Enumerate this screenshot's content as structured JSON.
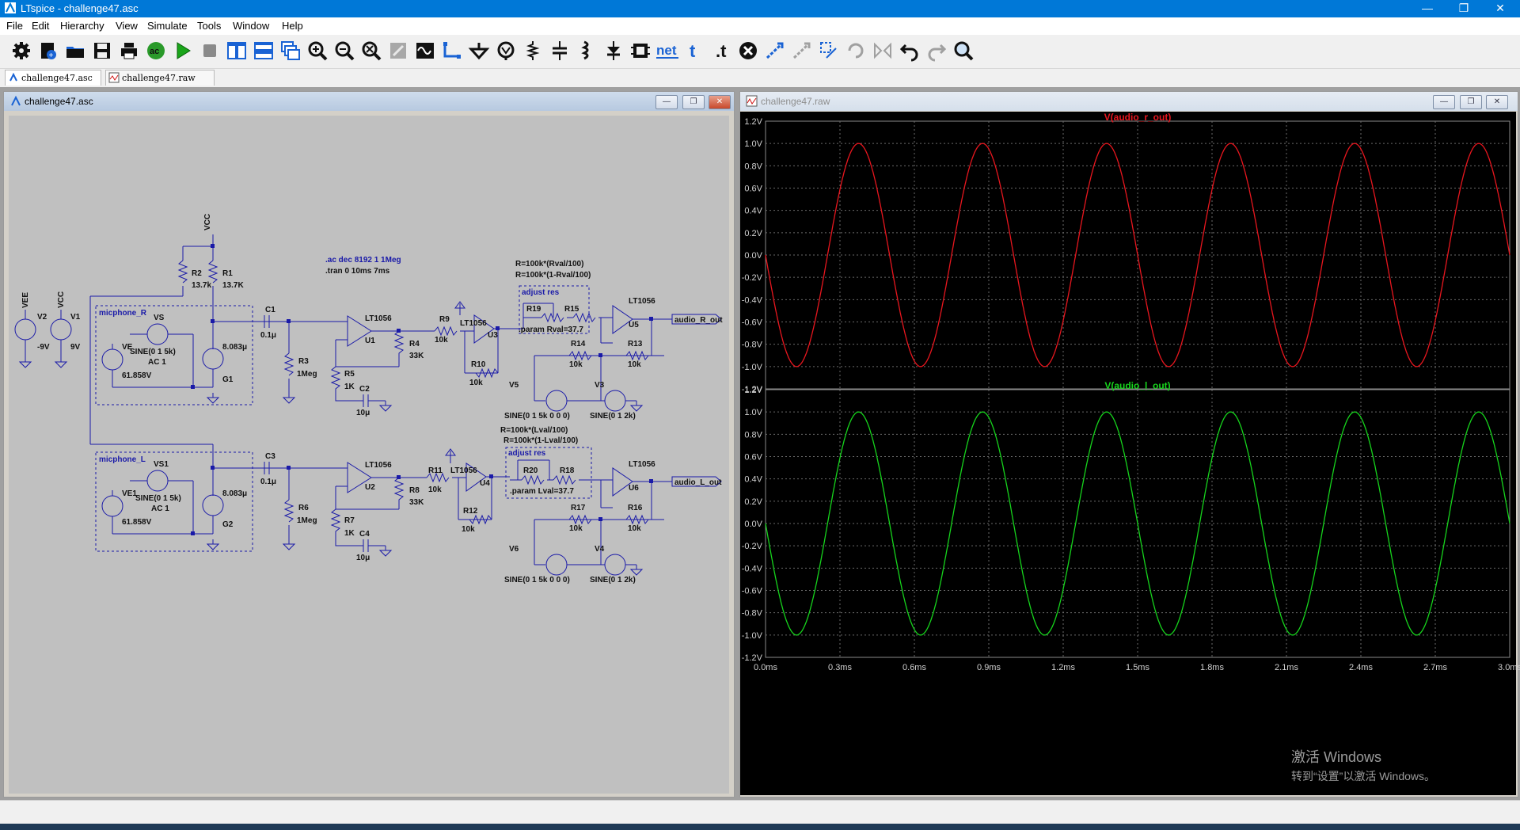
{
  "window": {
    "title": "LTspice - challenge47.asc",
    "minimize": "—",
    "maximize": "❐",
    "close": "✕"
  },
  "menu": [
    "File",
    "Edit",
    "Hierarchy",
    "View",
    "Simulate",
    "Tools",
    "Window",
    "Help"
  ],
  "toolbar_icons": [
    "settings-icon",
    "new-schematic-icon",
    "open-icon",
    "save-icon",
    "print-icon",
    "control-panel-icon",
    "run-icon",
    "halt-icon",
    "tile-vertical-icon",
    "tile-horizontal-icon",
    "cascade-icon",
    "zoom-in-icon",
    "zoom-out-icon",
    "zoom-fit-icon",
    "pan-icon",
    "autorange-icon",
    "wire-icon",
    "ground-icon",
    "label-icon",
    "resistor-icon",
    "capacitor-icon",
    "inductor-icon",
    "diode-icon",
    "component-icon",
    "netlist-icon",
    "text-icon",
    "spice-directive-icon",
    "delete-icon",
    "move-icon",
    "drag-icon",
    "duplicate-icon",
    "rotate-icon",
    "mirror-icon",
    "undo-icon",
    "redo-icon",
    "find-icon"
  ],
  "toolbar_text": {
    "net": "net",
    "t": "t",
    "ac": "ac"
  },
  "tabs": [
    {
      "label": "challenge47.asc",
      "active": true,
      "icon": "schematic-icon"
    },
    {
      "label": "challenge47.raw",
      "active": false,
      "icon": "waveform-icon"
    }
  ],
  "schematic_window": {
    "title": "challenge47.asc",
    "directives": [
      ".ac dec 8192 1 1Meg",
      ".tran 0 10ms 7ms"
    ],
    "nets": {
      "vcc": "VCC",
      "vee": "VEE"
    },
    "supplies": [
      {
        "ref": "V2",
        "value": "-9V",
        "net": "VEE"
      },
      {
        "ref": "V1",
        "value": "9V",
        "net": "VCC"
      }
    ],
    "bias_resistors": [
      {
        "ref": "R2",
        "value": "13.7k"
      },
      {
        "ref": "R1",
        "value": "13.7K"
      }
    ],
    "channels": [
      {
        "mic_label": "micphone_R",
        "mic": {
          "src_ref": "VS",
          "src_value": "SINE(0 1 5k)",
          "src_ac": "AC 1",
          "ve_ref": "VE",
          "ve_value": "61.858V",
          "g_ref": "G1",
          "g_value": "8.083μ"
        },
        "coupling_cap": {
          "ref": "C1",
          "value": "0.1μ"
        },
        "bias_res": {
          "ref": "R3",
          "value": "1Meg"
        },
        "stage1": {
          "opamp_model": "LT1056",
          "opamp_ref": "U1",
          "rf": {
            "ref": "R4",
            "value": "33K"
          },
          "rg": {
            "ref": "R5",
            "value": "1K"
          },
          "cg": {
            "ref": "C2",
            "value": "10μ"
          }
        },
        "stage2": {
          "rin": {
            "ref": "R9",
            "value": "10k"
          },
          "opamp_model": "LT1056",
          "opamp_ref": "U3",
          "rf": {
            "ref": "R10",
            "value": "10k"
          }
        },
        "adjust": {
          "label": "adjust res",
          "eq1": "R=100k*(Rval/100)",
          "eq2": "R=100k*(1-Rval/100)",
          "param": ".param Rval=37.7",
          "ra_ref": "R19",
          "rb_ref": "R15"
        },
        "stage3": {
          "opamp_model": "LT1056",
          "opamp_ref": "U5",
          "r1": {
            "ref": "R14",
            "value": "10k"
          },
          "r2": {
            "ref": "R13",
            "value": "10k"
          }
        },
        "noise_sources": [
          {
            "ref": "V5",
            "value": "SINE(0 1 5k 0 0 0)"
          },
          {
            "ref": "V3",
            "value": "SINE(0 1 2k)"
          }
        ],
        "out_label": "audio_R_out"
      },
      {
        "mic_label": "micphone_L",
        "mic": {
          "src_ref": "VS1",
          "src_value": "SINE(0 1 5k)",
          "src_ac": "AC 1",
          "ve_ref": "VE1",
          "ve_value": "61.858V",
          "g_ref": "G2",
          "g_value": "8.083μ"
        },
        "coupling_cap": {
          "ref": "C3",
          "value": "0.1μ"
        },
        "bias_res": {
          "ref": "R6",
          "value": "1Meg"
        },
        "stage1": {
          "opamp_model": "LT1056",
          "opamp_ref": "U2",
          "rf": {
            "ref": "R8",
            "value": "33K"
          },
          "rg": {
            "ref": "R7",
            "value": "1K"
          },
          "cg": {
            "ref": "C4",
            "value": "10μ"
          }
        },
        "stage2": {
          "rin": {
            "ref": "R11",
            "value": "10k"
          },
          "opamp_model": "LT1056",
          "opamp_ref": "U4",
          "rf": {
            "ref": "R12",
            "value": "10k"
          }
        },
        "adjust": {
          "label": "adjust res",
          "eq1": "R=100k*(Lval/100)",
          "eq2": "R=100k*(1-Lval/100)",
          "param": ".param Lval=37.7",
          "ra_ref": "R20",
          "rb_ref": "R18"
        },
        "stage3": {
          "opamp_model": "LT1056",
          "opamp_ref": "U6",
          "r1": {
            "ref": "R17",
            "value": "10k"
          },
          "r2": {
            "ref": "R16",
            "value": "10k"
          }
        },
        "noise_sources": [
          {
            "ref": "V6",
            "value": "SINE(0 1 5k 0 0 0)"
          },
          {
            "ref": "V4",
            "value": "SINE(0 1 2k)"
          }
        ],
        "out_label": "audio_L_out"
      }
    ]
  },
  "waveform_window": {
    "title": "challenge47.raw"
  },
  "chart_data": [
    {
      "type": "line",
      "title": "V(audio_r_out)",
      "color": "#e8161e",
      "x_range": [
        0,
        3.0
      ],
      "x_unit": "ms",
      "ylim": [
        -1.2,
        1.2
      ],
      "yticks": [
        "1.2V",
        "1.0V",
        "0.8V",
        "0.6V",
        "0.4V",
        "0.2V",
        "0.0V",
        "-0.2V",
        "-0.4V",
        "-0.6V",
        "-0.8V",
        "-1.0V",
        "-1.2V"
      ],
      "xticks": [],
      "grid": true,
      "series": [
        {
          "name": "V(audio_r_out)",
          "function": "sine",
          "amplitude": 1.0,
          "frequency_khz": 2.0,
          "phase_deg": 180
        }
      ]
    },
    {
      "type": "line",
      "title": "V(audio_l_out)",
      "color": "#16d41c",
      "x_range": [
        0,
        3.0
      ],
      "x_unit": "ms",
      "ylim": [
        -1.2,
        1.2
      ],
      "yticks": [
        "1.2V",
        "1.0V",
        "0.8V",
        "0.6V",
        "0.4V",
        "0.2V",
        "0.0V",
        "-0.2V",
        "-0.4V",
        "-0.6V",
        "-0.8V",
        "-1.0V",
        "-1.2V"
      ],
      "xticks": [
        "0.0ms",
        "0.3ms",
        "0.6ms",
        "0.9ms",
        "1.2ms",
        "1.5ms",
        "1.8ms",
        "2.1ms",
        "2.4ms",
        "2.7ms",
        "3.0ms"
      ],
      "grid": true,
      "series": [
        {
          "name": "V(audio_l_out)",
          "function": "sine",
          "amplitude": 1.0,
          "frequency_khz": 2.0,
          "phase_deg": 180
        }
      ]
    }
  ],
  "watermark": {
    "line1": "激活 Windows",
    "line2": "转到“设置”以激活 Windows。"
  }
}
